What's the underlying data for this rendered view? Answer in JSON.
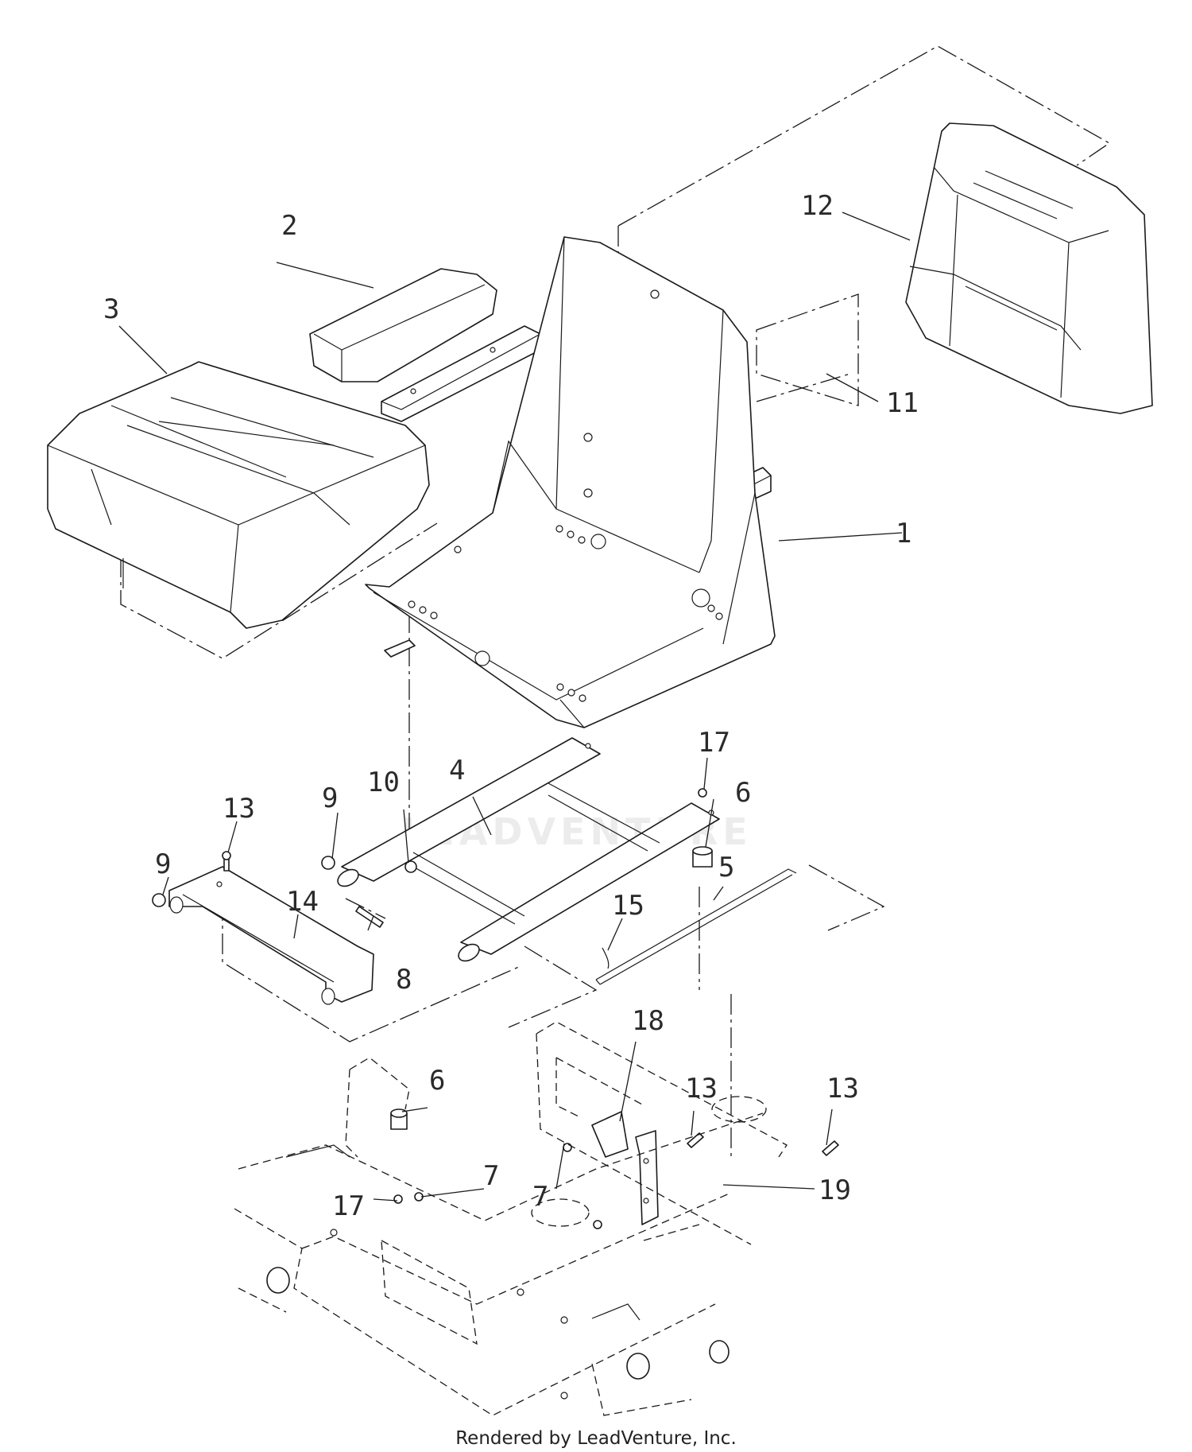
{
  "callouts": [
    {
      "id": "p1",
      "label": "1"
    },
    {
      "id": "p2",
      "label": "2"
    },
    {
      "id": "p3",
      "label": "3"
    },
    {
      "id": "p4",
      "label": "4"
    },
    {
      "id": "p5",
      "label": "5"
    },
    {
      "id": "p6a",
      "label": "6"
    },
    {
      "id": "p6b",
      "label": "6"
    },
    {
      "id": "p7a",
      "label": "7"
    },
    {
      "id": "p7b",
      "label": "7"
    },
    {
      "id": "p8",
      "label": "8"
    },
    {
      "id": "p9a",
      "label": "9"
    },
    {
      "id": "p9b",
      "label": "9"
    },
    {
      "id": "p10",
      "label": "10"
    },
    {
      "id": "p11",
      "label": "11"
    },
    {
      "id": "p12",
      "label": "12"
    },
    {
      "id": "p13a",
      "label": "13"
    },
    {
      "id": "p13b",
      "label": "13"
    },
    {
      "id": "p13c",
      "label": "13"
    },
    {
      "id": "p14",
      "label": "14"
    },
    {
      "id": "p15",
      "label": "15"
    },
    {
      "id": "p17a",
      "label": "17"
    },
    {
      "id": "p17b",
      "label": "17"
    },
    {
      "id": "p18",
      "label": "18"
    },
    {
      "id": "p19",
      "label": "19"
    }
  ],
  "watermark": {
    "text": "LEADVENTURE"
  },
  "footer": {
    "text": "Rendered by LeadVenture, Inc."
  }
}
